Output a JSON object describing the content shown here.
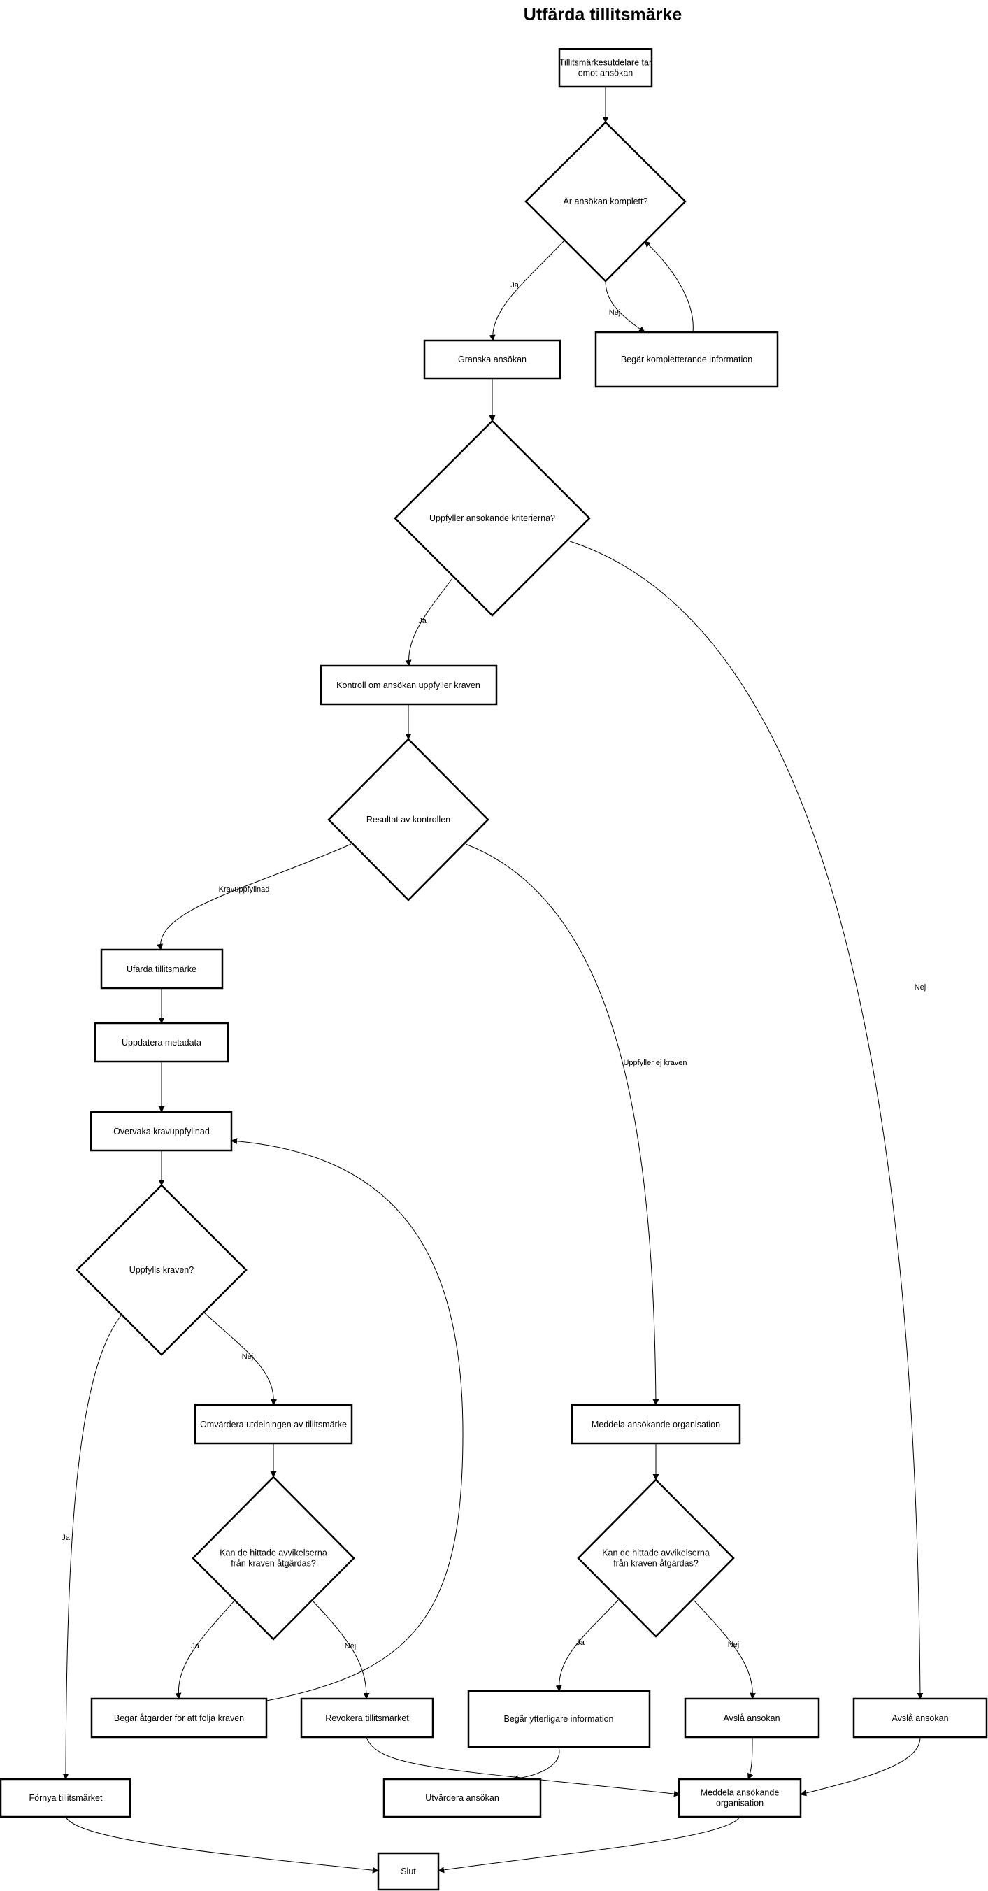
{
  "title": "Utfärda tillitsmärke",
  "nodes": {
    "receive": [
      "Tillitsmärkesutdelare tar",
      "emot ansökan"
    ],
    "complete_q": [
      "Är ansökan komplett?"
    ],
    "review": [
      "Granska ansökan"
    ],
    "request_info": [
      "Begär kompletterande information"
    ],
    "criteria_q": [
      "Uppfyller ansökande kriterierna?"
    ],
    "control": [
      "Kontroll om ansökan uppfyller kraven"
    ],
    "result_q": [
      "Resultat av kontrollen"
    ],
    "issue": [
      "Ufärda tillitsmärke"
    ],
    "update_meta": [
      "Uppdatera metadata"
    ],
    "monitor": [
      "Övervaka kravuppfyllnad"
    ],
    "met_q": [
      "Uppfylls kraven?"
    ],
    "reassess": [
      "Omvärdera utdelningen av tillitsmärke"
    ],
    "fix_q_left": [
      "Kan de hittade avvikelserna",
      "från kraven åtgärdas?"
    ],
    "request_actions": [
      "Begär åtgärder för att följa kraven"
    ],
    "revoke": [
      "Revokera tillitsmärket"
    ],
    "renew": [
      "Förnya tillitsmärket"
    ],
    "notify_org": [
      "Meddela ansökande organisation"
    ],
    "fix_q_right": [
      "Kan de hittade avvikelserna",
      "från kraven åtgärdas?"
    ],
    "request_more": [
      "Begär ytterligare information"
    ],
    "reject_mid": [
      "Avslå ansökan"
    ],
    "reject_right": [
      "Avslå ansökan"
    ],
    "evaluate": [
      "Utvärdera ansökan"
    ],
    "notify_org2": [
      "Meddela ansökande",
      "organisation"
    ],
    "end": [
      "Slut"
    ]
  },
  "edge_labels": {
    "complete_yes": "Ja",
    "complete_no": "Nej",
    "criteria_yes": "Ja",
    "criteria_no": "Nej",
    "result_ok": "Kravuppfyllnad",
    "result_fail": "Uppfyller ej kraven",
    "met_no": "Nej",
    "met_yes": "Ja",
    "fixleft_yes": "Ja",
    "fixleft_no": "Nej",
    "fixright_yes": "Ja",
    "fixright_no": "Nej"
  }
}
